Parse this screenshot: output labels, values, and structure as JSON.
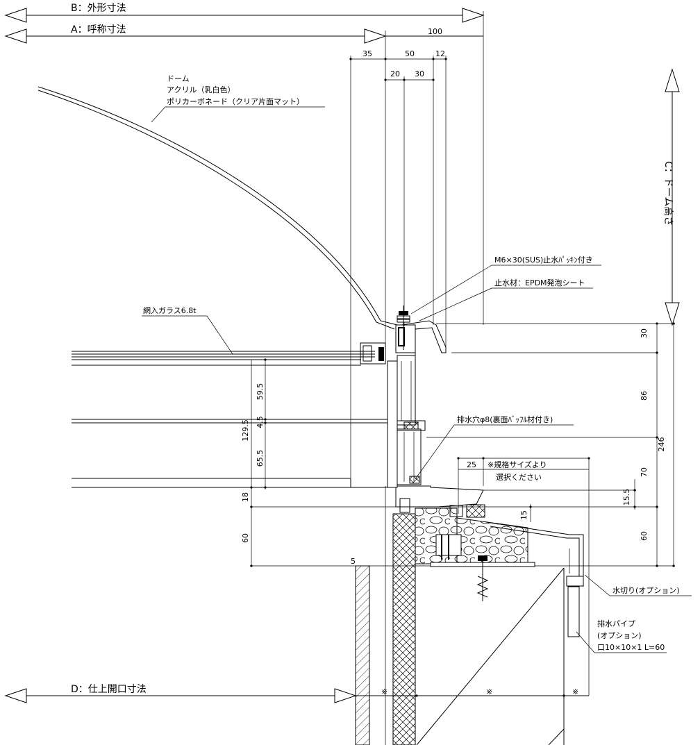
{
  "labels": {
    "dim_b": "B：外形寸法",
    "dim_a": "A：呼称寸法",
    "dim_c": "C：ドーム高さ",
    "dim_d": "D：仕上開口寸法",
    "dome_1": "ドーム",
    "dome_2": "アクリル（乳白色）",
    "dome_3": "ポリカーボネード（クリア片面マット）",
    "glass": "網入ガラス6.8t",
    "bolt": "M6×30(SUS)止水ﾊﾟｯｷﾝ付き",
    "seal": "止水材：EPDM発泡シート",
    "drain_hole": "排水穴φ8(裏面ﾊﾞｯﾌﾙ材付き)",
    "spec_1": "※規格サイズより",
    "spec_2": "選択ください",
    "drip": "水切り(オプション)",
    "pipe_1": "排水パイプ",
    "pipe_2": "(オプション)",
    "pipe_3": "口10×10×1 L=60",
    "note_mark": "※"
  },
  "dims_top": {
    "d100": "100",
    "d35": "35",
    "d50": "50",
    "d12": "12",
    "d20": "20",
    "d30": "30"
  },
  "dims_right": {
    "d30": "30",
    "d86": "86",
    "d70": "70",
    "d60": "60",
    "d246": "246",
    "d15_5": "15.5"
  },
  "dims_left": {
    "d59_5": "59.5",
    "d4_5": "4.5",
    "d129_5": "129.5",
    "d65_5": "65.5",
    "d18": "18",
    "d60": "60"
  },
  "dims_mid": {
    "d25": "25",
    "d15": "15",
    "d5": "5"
  }
}
